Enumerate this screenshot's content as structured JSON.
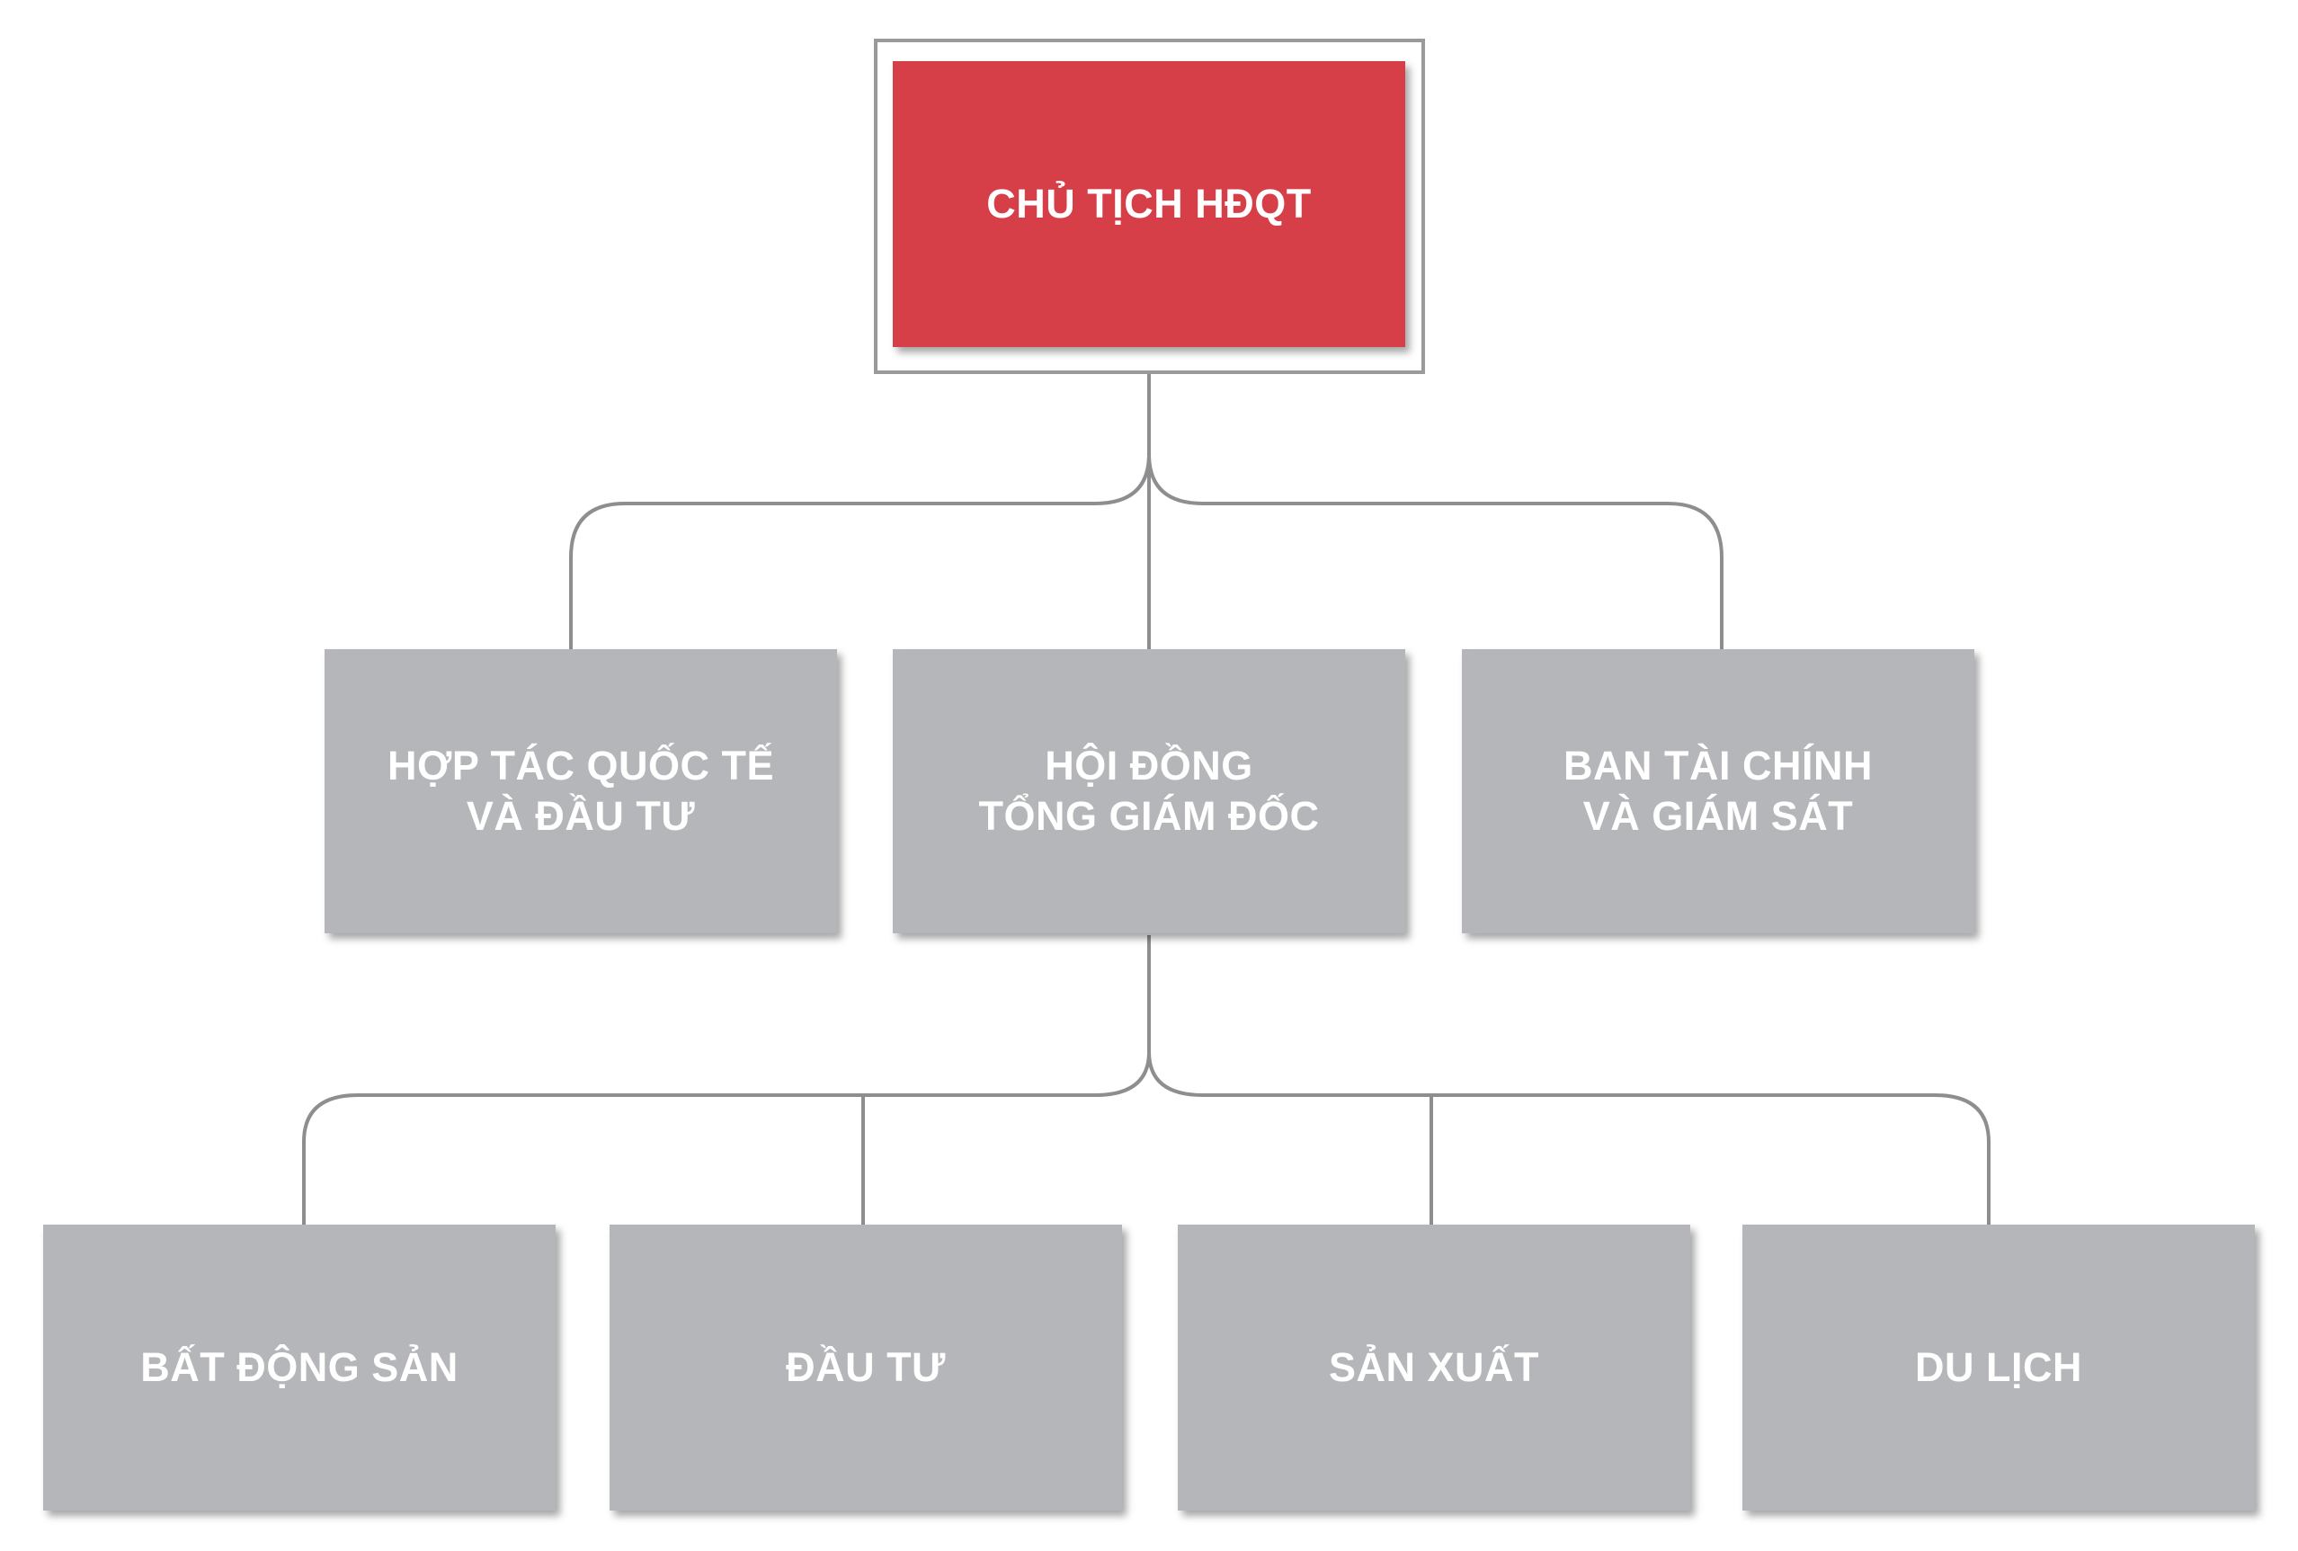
{
  "colors": {
    "top_box": "#d63e48",
    "node_box": "#b5b6b9",
    "connector": "#8e8e90",
    "frame": "#9a9a9c",
    "text": "#ffffff"
  },
  "top": {
    "label": "CHỦ TỊCH HĐQT"
  },
  "level2": [
    {
      "line1": "HỢP TÁC QUỐC TẾ",
      "line2": "VÀ ĐẦU TƯ"
    },
    {
      "line1": "HỘI ĐỒNG",
      "line2": "TỔNG GIÁM ĐỐC"
    },
    {
      "line1": "BAN TÀI CHÍNH",
      "line2": "VÀ GIÁM SÁT"
    }
  ],
  "level3": [
    {
      "label": "BẤT ĐỘNG SẢN"
    },
    {
      "label": "ĐẦU TƯ"
    },
    {
      "label": "SẢN XUẤT"
    },
    {
      "label": "DU LỊCH"
    }
  ]
}
